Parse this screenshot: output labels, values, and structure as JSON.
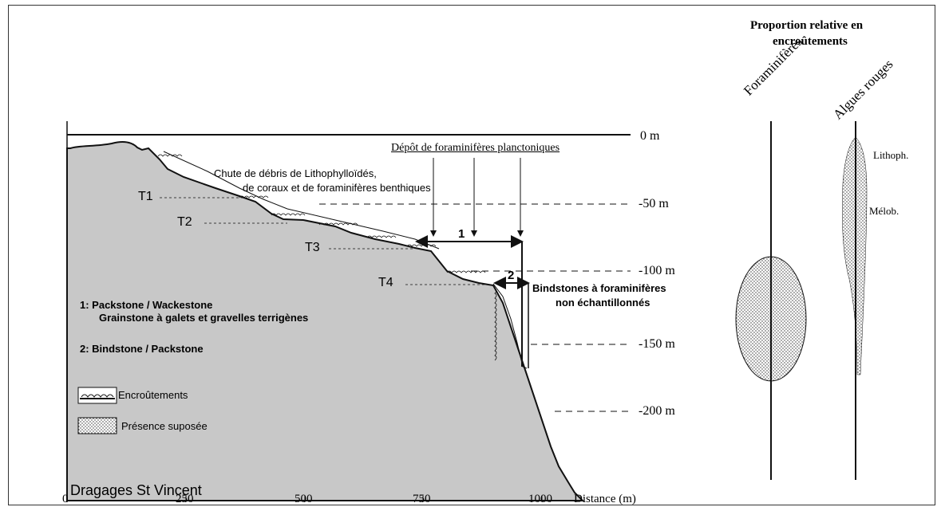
{
  "profile": {
    "location": "Dragages St Vincent",
    "terraces": [
      "T1",
      "T2",
      "T3",
      "T4"
    ],
    "annotations": {
      "debris_line1": "Chute de débris de Lithophylloïdés,",
      "debris_line2": "de coraux et de foraminifères benthiques",
      "plankton": "Dépôt de foraminifères planctoniques",
      "zone1": "1",
      "zone2": "2",
      "bindstone_line1": "Bindstones à foraminifères",
      "bindstone_line2": "non échantillonnés"
    },
    "facies": {
      "f1_line1": "1: Packstone / Wackestone",
      "f1_line2": "Grainstone à galets et gravelles terrigènes",
      "f2": "2: Bindstone / Packstone"
    },
    "legend": {
      "encrustation": "Encroûtements",
      "presumed": "Présence suposée"
    },
    "depth_labels": [
      "0 m",
      "-50 m",
      "-100 m",
      "-150 m",
      "-200 m"
    ],
    "distance_ticks": [
      "0",
      "250",
      "500",
      "750",
      "1000"
    ],
    "distance_label": "Distance (m)"
  },
  "proportion": {
    "title_line1": "Proportion relative en",
    "title_line2": "encroûtements",
    "col1": "Foraminifères",
    "col2": "Algues rouges",
    "algae_labels": [
      "Lithoph.",
      "Mélob."
    ]
  },
  "colors": {
    "seafloor": "#c8c8c8",
    "line": "#111111"
  }
}
